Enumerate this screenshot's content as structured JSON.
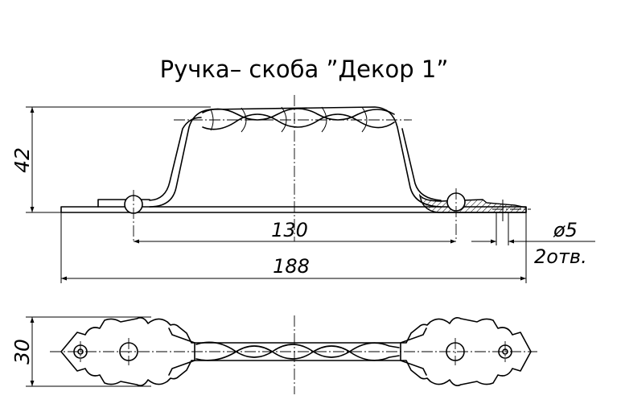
{
  "title": "Ручка– скоба  ”Декор 1”",
  "dimensions": {
    "height": "42",
    "hole_spacing": "130",
    "overall_length": "188",
    "hole_diameter": "ø5",
    "hole_count": "2отв.",
    "width": "30"
  }
}
